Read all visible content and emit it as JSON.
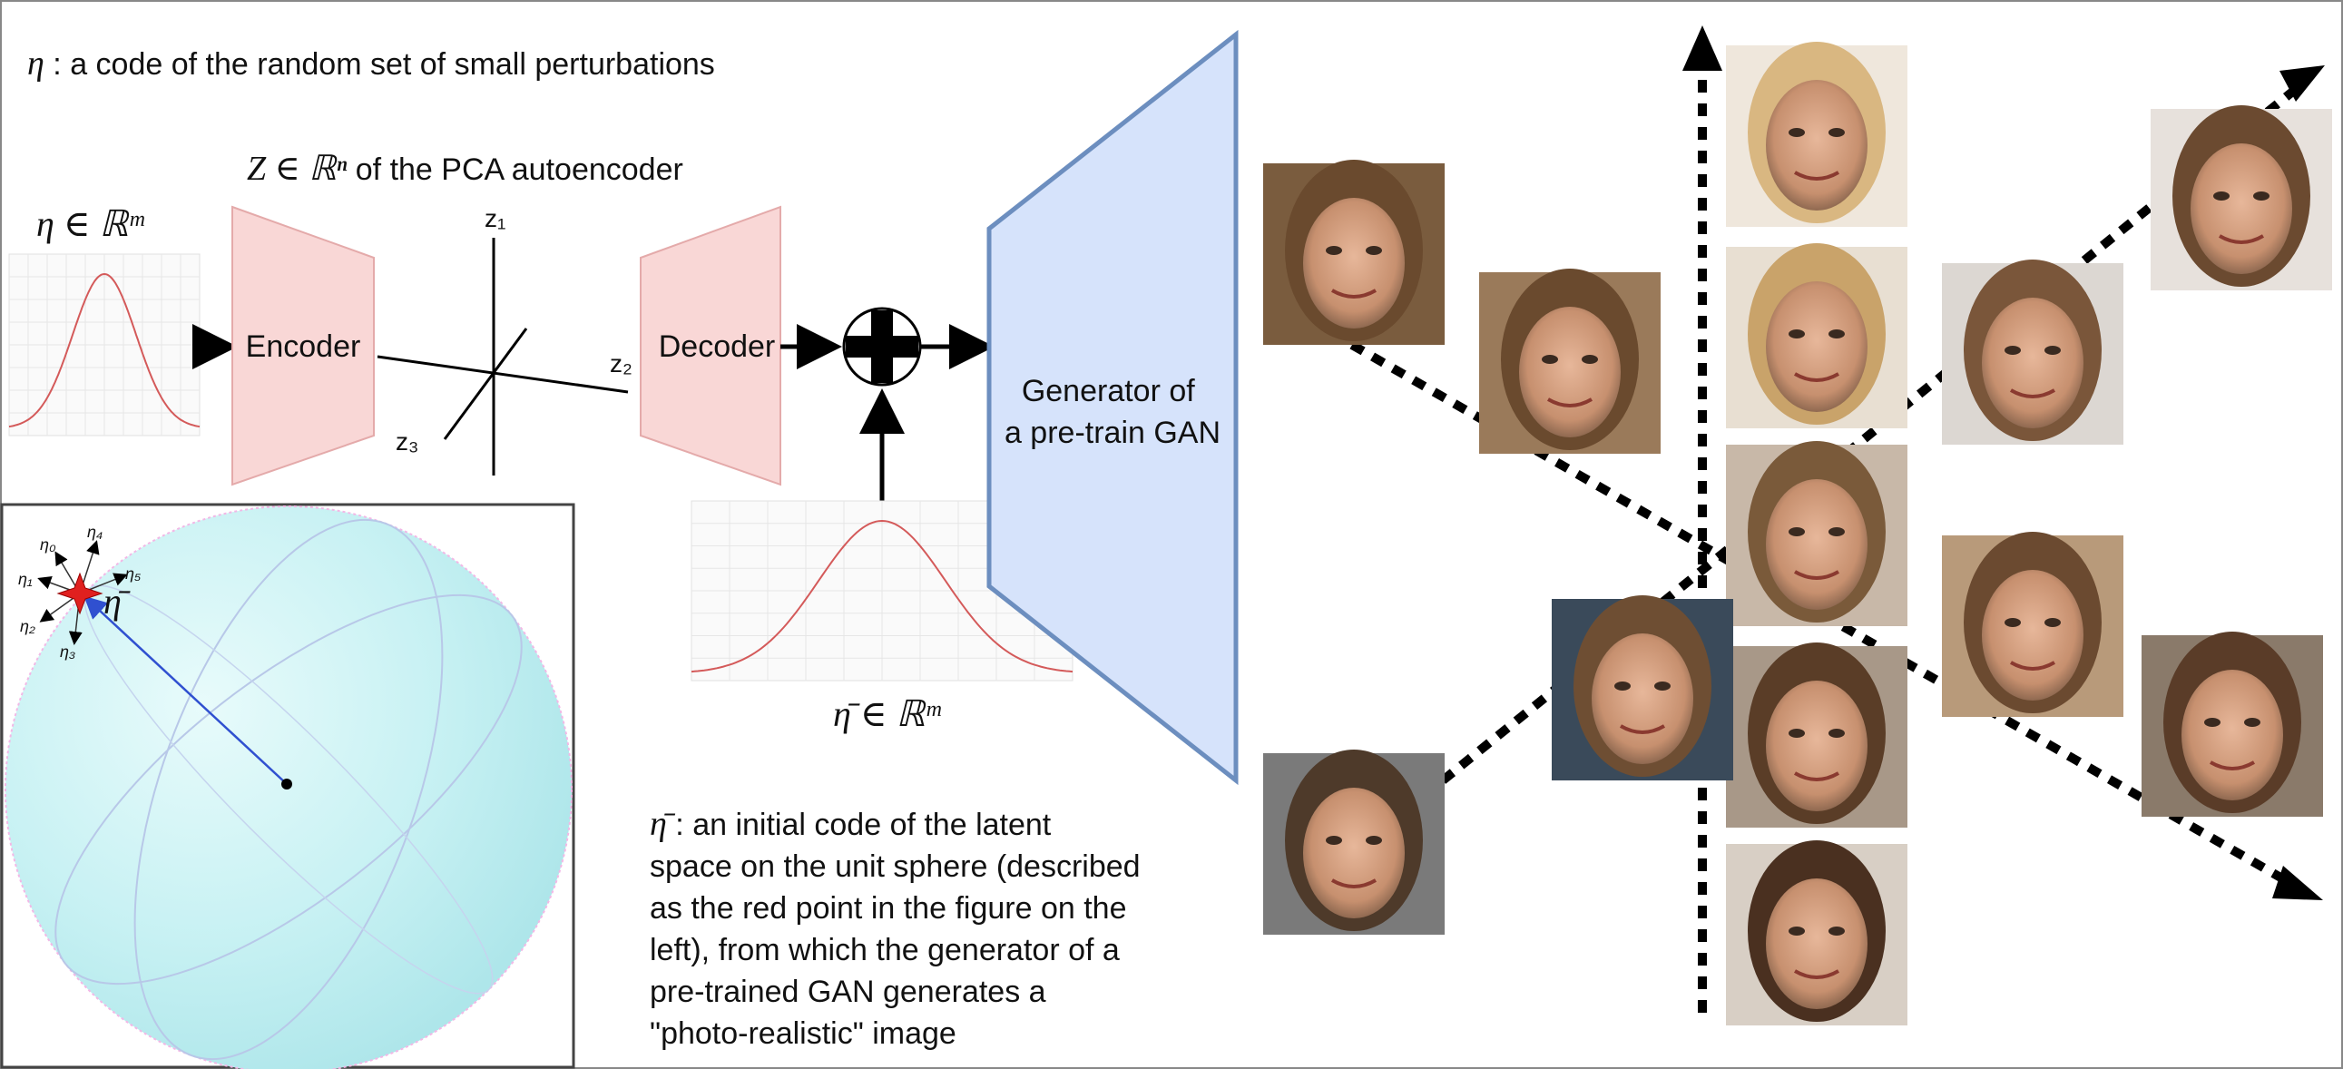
{
  "top_note": {
    "symbol": "η",
    "text": " : a code of the random set of small perturbations"
  },
  "latent_label": {
    "symbol": "Z ∈ ℝⁿ",
    "text": " of the PCA autoencoder"
  },
  "eta_label": "η ∈ ℝᵐ",
  "eta_bar_label": "η̄ ∈ ℝᵐ",
  "encoder_label": "Encoder",
  "decoder_label": "Decoder",
  "generator_label": [
    "Generator of",
    "a pre-train GAN"
  ],
  "axes": {
    "z1": "z₁",
    "z2": "z₂",
    "z3": "z₃"
  },
  "sphere": {
    "center_label": "η̄",
    "perturbation_labels": [
      "η₀",
      "η₄",
      "η₁",
      "η₅",
      "η₂",
      "η₃"
    ],
    "point_color": "#e0201f",
    "radius_color": "#3050d0"
  },
  "bottom_note": {
    "symbol": "η̄",
    "lines": [
      " : an initial code of the latent",
      "space on the unit sphere (described",
      "as the red point in the figure on the",
      "left), from which the generator of a",
      "pre-trained GAN generates a",
      "\"photo-realistic\" image"
    ]
  },
  "colors": {
    "encoder_fill": "#f9d7d6",
    "generator_fill": "#d6e3fb",
    "generator_stroke": "#6c8ebf",
    "gaussian_curve": "#d45a5a",
    "grid": "#e6e6e6"
  },
  "faces": [
    {
      "name": "face-row-a1"
    },
    {
      "name": "face-row-a2"
    },
    {
      "name": "face-center-top"
    },
    {
      "name": "face-center-2"
    },
    {
      "name": "face-center-3"
    },
    {
      "name": "face-center-4"
    },
    {
      "name": "face-center-5"
    },
    {
      "name": "face-right-1"
    },
    {
      "name": "face-right-2"
    },
    {
      "name": "face-right-3"
    },
    {
      "name": "face-right-4"
    },
    {
      "name": "face-left-low-1"
    },
    {
      "name": "face-left-low-2"
    }
  ]
}
